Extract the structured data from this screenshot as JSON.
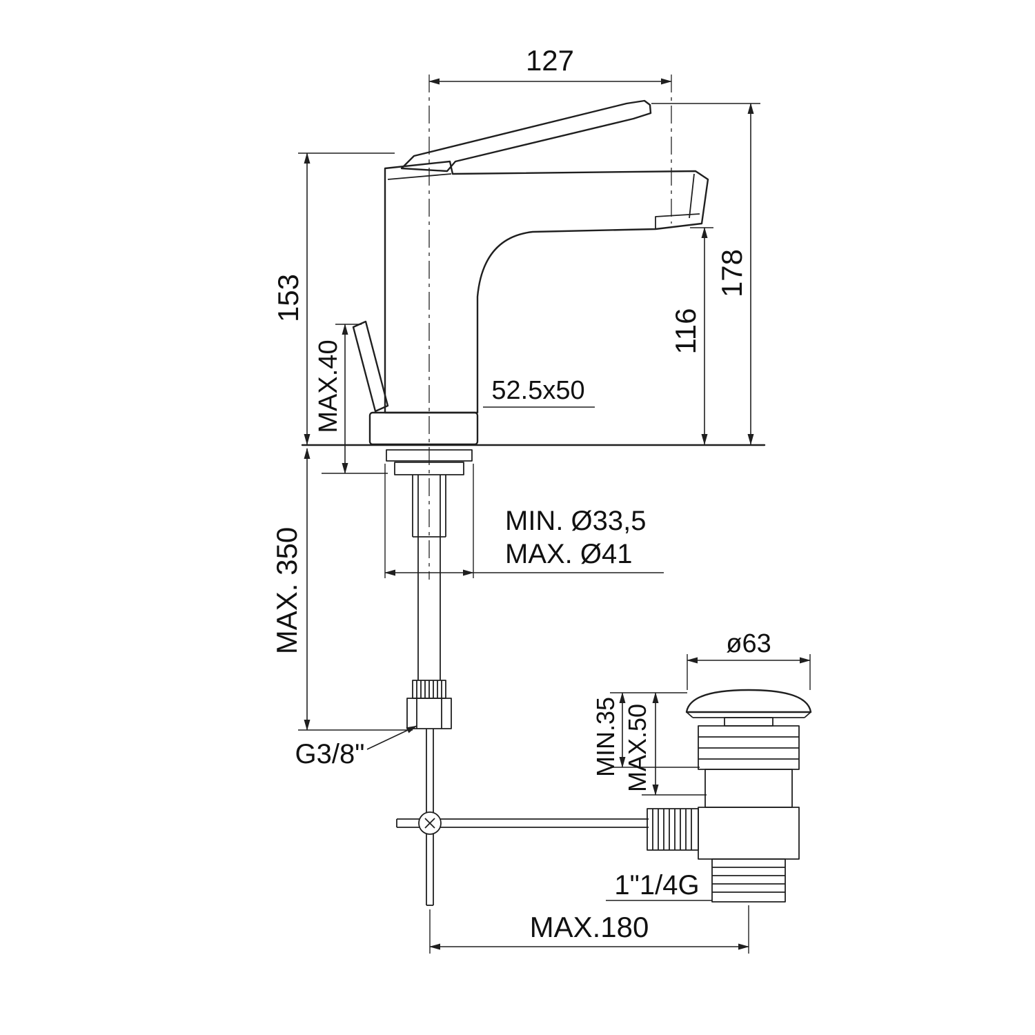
{
  "colors": {
    "line": "#1f1f1f",
    "background": "#ffffff"
  },
  "labels": {
    "dim_width_top": "127",
    "dim_height_body": "153",
    "dim_lever_clearance": "MAX.40",
    "dim_base_size": "52.5x50",
    "dim_height_total": "178",
    "dim_spout_height": "116",
    "dim_hole_min": "MIN. Ø33,5",
    "dim_hole_max": "MAX. Ø41",
    "dim_hose_length": "MAX. 350",
    "label_supply_thread": "G3/8\"",
    "dim_drain_cap_diameter": "ø63",
    "dim_drain_min": "MIN.35",
    "dim_drain_max": "MAX.50",
    "label_drain_thread": "1\"1/4G",
    "dim_rod_reach": "MAX.180"
  }
}
